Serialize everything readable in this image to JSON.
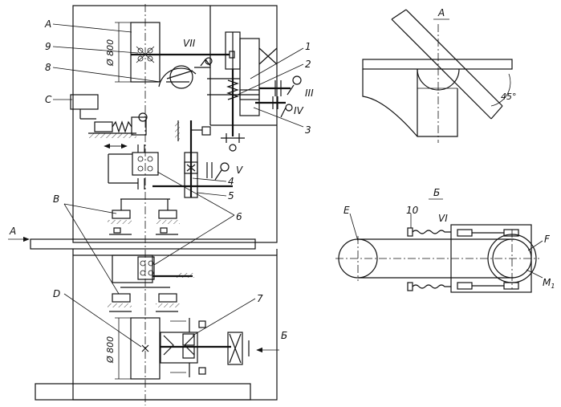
{
  "labels": {
    "A": "A",
    "B": "B",
    "C": "C",
    "D": "D",
    "E": "E",
    "F": "F",
    "M1": "M",
    "M1_sub": "1",
    "n1": "1",
    "n2": "2",
    "n3": "3",
    "n4": "4",
    "n5": "5",
    "n6": "6",
    "n7": "7",
    "n8": "8",
    "n9": "9",
    "n10": "10",
    "roman_III": "III",
    "roman_IV": "IV",
    "roman_V": "V",
    "roman_VI": "VI",
    "roman_VII": "VII",
    "diam_top": "Ø 800",
    "diam_bottom": "Ø 800",
    "arrow_A": "A",
    "arrow_B": "Б"
  },
  "views": {
    "view_A_title": "A",
    "view_B_title": "Б",
    "angle": "45°"
  }
}
